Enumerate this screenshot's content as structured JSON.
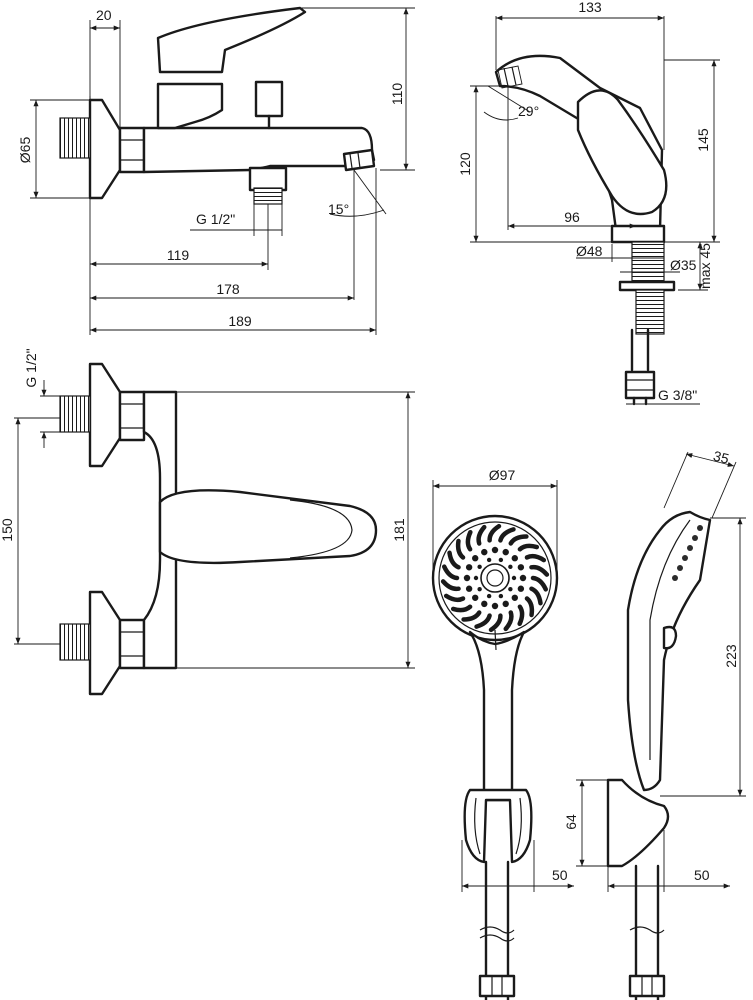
{
  "labels": {
    "side_w20": "20",
    "side_h110": "110",
    "side_d65": "Ø65",
    "side_g12": "G 1/2\"",
    "side_a15": "15°",
    "side_l119": "119",
    "side_l178": "178",
    "side_l189": "189",
    "prof_133": "133",
    "prof_29": "29°",
    "prof_120": "120",
    "prof_145": "145",
    "prof_96": "96",
    "prof_d48": "Ø48",
    "prof_d35": "Ø35",
    "prof_max45": "max 45",
    "prof_g38": "G 3/8\"",
    "front_g12": "G 1/2\"",
    "front_150": "150",
    "front_181": "181",
    "shower_d97": "Ø97",
    "shower_35": "35",
    "shower_223": "223",
    "shower_64": "64",
    "shower_50a": "50",
    "shower_50b": "50"
  }
}
